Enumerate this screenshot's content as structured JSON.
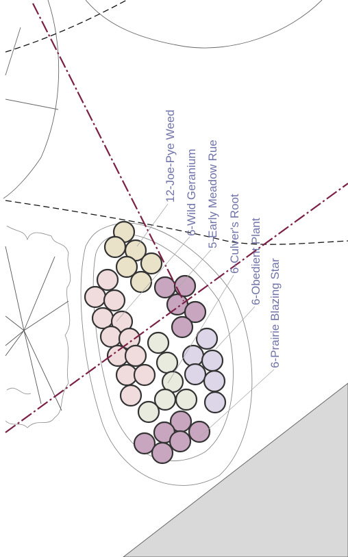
{
  "colors": {
    "label_text": "#6f73a8",
    "leader_line": "#aaaaaa",
    "red_line": "#7a1f45",
    "dashed_line": "#111111",
    "contour_line": "#666666",
    "plant_outline": "#333333",
    "hatch_fill": "#d9d9d9",
    "joe_pye_weed": "#e9e2c8",
    "wild_geranium": "#f0dcdc",
    "early_meadow_rue": "#c9a6bf",
    "culvers_root": "#e8ebde",
    "obedient_plant": "#ddd5e8",
    "prairie_blazing_star": "#c9a6bf"
  },
  "labels": [
    {
      "key": "joe_pye_weed",
      "text": "12-Joe-Pye Weed",
      "count": 12
    },
    {
      "key": "wild_geranium",
      "text": "6-Wild Geranium",
      "count": 6
    },
    {
      "key": "early_meadow_rue",
      "text": "5-Early Meadow Rue",
      "count": 5
    },
    {
      "key": "culvers_root",
      "text": "6-Culver's Root",
      "count": 6
    },
    {
      "key": "obedient_plant",
      "text": "6-Obedient Plant",
      "count": 6
    },
    {
      "key": "prairie_blazing_star",
      "text": "6-Prairie Blazing Star",
      "count": 6
    }
  ]
}
